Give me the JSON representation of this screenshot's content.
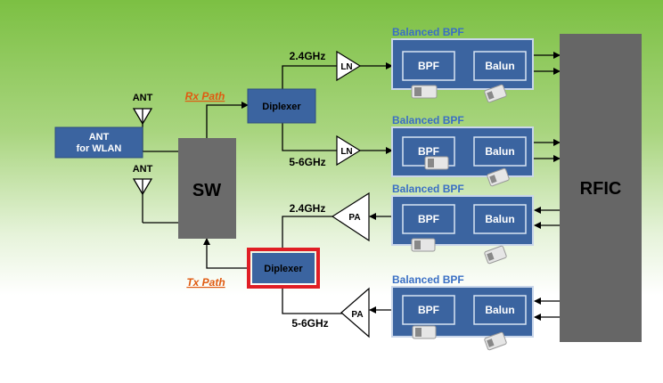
{
  "ant_block": {
    "line1": "ANT",
    "line2": "for WLAN"
  },
  "ant_labels": [
    "ANT",
    "ANT"
  ],
  "sw_label": "SW",
  "rx_path": "Rx Path",
  "tx_path": "Tx Path",
  "diplexer_label": "Diplexer",
  "freq_24": "2.4GHz",
  "freq_56": "5-6GHz",
  "ln_label": "LN",
  "pa_label": "PA",
  "balanced_bpf": "Balanced BPF",
  "bpf_label": "BPF",
  "balun_label": "Balun",
  "rfic_label": "RFIC",
  "colors": {
    "block_blue": "#3b64a0",
    "rfic_gray": "#666666",
    "sw_gray": "#6b6b6b",
    "path_label_orange": "#e05a10",
    "title_blue": "#3a6fc4",
    "highlight_red": "#e01e25"
  }
}
